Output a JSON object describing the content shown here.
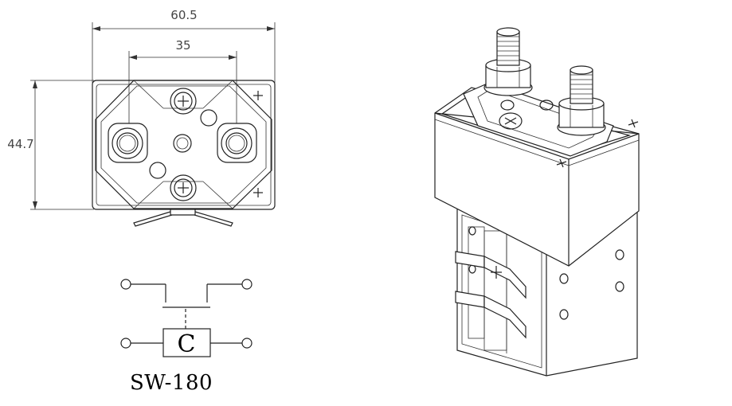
{
  "dimensions": {
    "overall_width": "60.5",
    "terminal_spacing": "35",
    "overall_height": "44.7"
  },
  "schematic": {
    "coil_label": "C"
  },
  "model_label": "SW-180"
}
